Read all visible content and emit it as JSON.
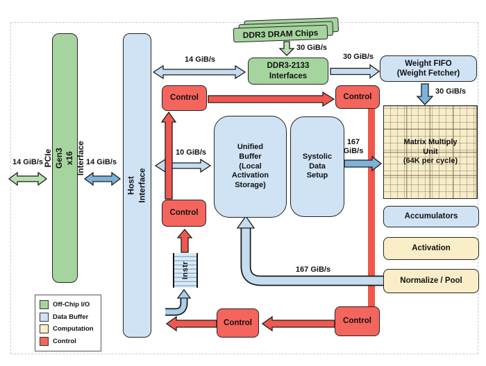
{
  "diagram": {
    "description": "TPU block diagram",
    "nodes": {
      "pcie": {
        "label": "PCIe Gen3 x16\nInterface"
      },
      "host": {
        "label": "Host Interface"
      },
      "dram_chips": {
        "label": "DDR3 DRAM Chips"
      },
      "ddr3_interfaces": {
        "label": "DDR3-2133\nInterfaces"
      },
      "weight_fifo": {
        "label": "Weight FIFO\n(Weight Fetcher)"
      },
      "matrix_multiply_unit": {
        "label": "Matrix Multiply\nUnit\n(64K per cycle)"
      },
      "unified_buffer": {
        "label": "Unified\nBuffer\n(Local\nActivation\nStorage)"
      },
      "systolic_data_setup": {
        "label": "Systolic\nData\nSetup"
      },
      "accumulators": {
        "label": "Accumulators"
      },
      "activation": {
        "label": "Activation"
      },
      "normalize_pool": {
        "label": "Normalize / Pool"
      },
      "instr": {
        "label": "Instr"
      },
      "control": {
        "label": "Control"
      }
    },
    "bandwidths": {
      "pcie_external": "14 GiB/s",
      "pcie_host": "14 GiB/s",
      "host_ddr3": "14 GiB/s",
      "dram_to_ddr3": "30 GiB/s",
      "ddr3_to_fifo": "30 GiB/s",
      "fifo_to_mmu": "30 GiB/s",
      "host_to_ub": "10 GiB/s",
      "sds_to_mmu": "167\nGiB/s",
      "np_to_ub": "167 GiB/s"
    },
    "legend": {
      "items": [
        {
          "label": "Off-Chip I/O",
          "color": "#a6d49e"
        },
        {
          "label": "Data Buffer",
          "color": "#cfe3f5"
        },
        {
          "label": "Computation",
          "color": "#faeec9"
        },
        {
          "label": "Control",
          "color": "#f4655d"
        }
      ]
    },
    "colors": {
      "off_chip_io": "#a6d49e",
      "data_buffer": "#cfe3f5",
      "computation": "#faeec9",
      "control": "#f4655d",
      "arrow_light_blue": "#c6dcf0",
      "arrow_medium_blue": "#7db3da",
      "arrow_green": "#b9dfb1",
      "arrow_red": "#f0584f"
    }
  }
}
